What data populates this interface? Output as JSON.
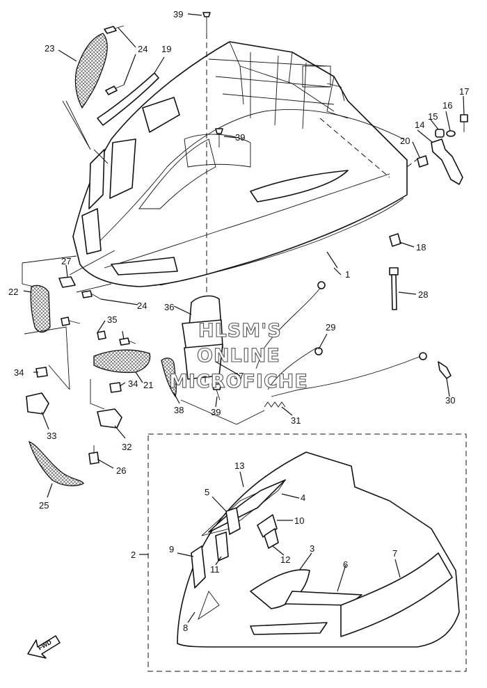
{
  "watermark": {
    "line1": "HLSM'S",
    "line2": "ONLINE",
    "line3": "MICROFICHE"
  },
  "fwd_label": "FWD",
  "callouts": {
    "c1": "1",
    "c2": "2",
    "c3": "3",
    "c4": "4",
    "c5": "5",
    "c6": "6",
    "c7": "7",
    "c8": "8",
    "c9": "9",
    "c10": "10",
    "c11": "11",
    "c12": "12",
    "c13": "13",
    "c14": "14",
    "c15": "15",
    "c16": "16",
    "c17": "17",
    "c18": "18",
    "c19": "19",
    "c20": "20",
    "c21": "21",
    "c22": "22",
    "c23": "23",
    "c24a": "24",
    "c24b": "24",
    "c25": "25",
    "c26": "26",
    "c27": "27",
    "c28": "28",
    "c29": "29",
    "c30": "30",
    "c31": "31",
    "c32": "32",
    "c33": "33",
    "c34a": "34",
    "c34b": "34",
    "c35": "35",
    "c36": "36",
    "c37": "37",
    "c38": "38",
    "c39a": "39",
    "c39b": "39",
    "c39c": "39"
  }
}
